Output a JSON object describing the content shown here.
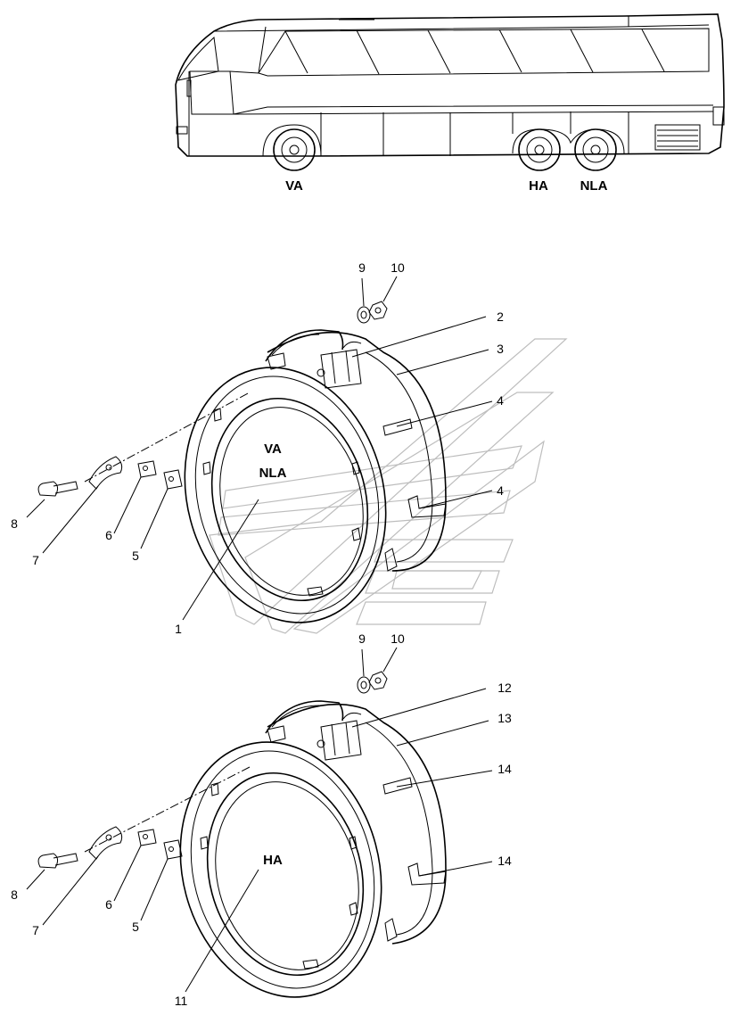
{
  "bus": {
    "axles": {
      "front": "VA",
      "drive": "HA",
      "trailing": "NLA"
    }
  },
  "assembly_upper": {
    "labels": {
      "front": "VA",
      "trailing": "NLA"
    },
    "callouts": {
      "c1": "1",
      "c2": "2",
      "c3": "3",
      "c4a": "4",
      "c4b": "4",
      "c5": "5",
      "c6": "6",
      "c7": "7",
      "c8": "8",
      "c9": "9",
      "c10": "10"
    }
  },
  "assembly_lower": {
    "labels": {
      "drive": "HA"
    },
    "callouts": {
      "c11": "11",
      "c12": "12",
      "c13": "13",
      "c14a": "14",
      "c14b": "14",
      "c5": "5",
      "c6": "6",
      "c7": "7",
      "c8": "8",
      "c9": "9",
      "c10": "10"
    }
  }
}
